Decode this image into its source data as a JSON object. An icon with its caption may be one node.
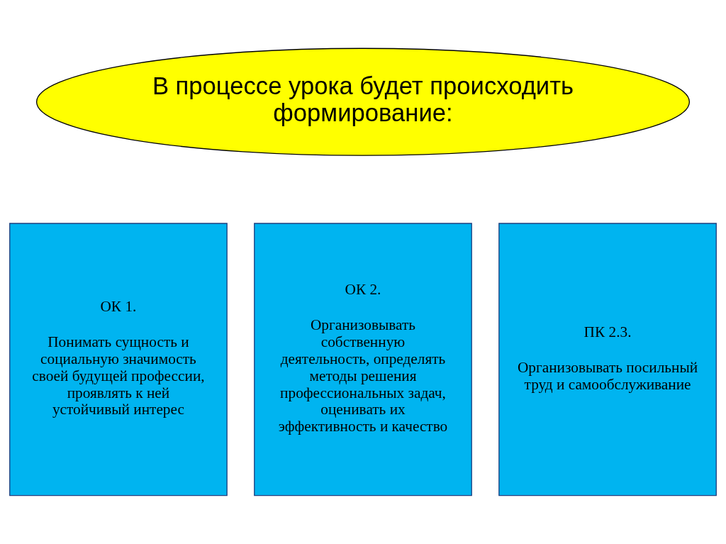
{
  "diagram": {
    "nodes": [
      {
        "text": [
          "В процессе урока будет происходить формирование:"
        ]
      },
      {
        "text": [
          "ОК 1.",
          "Понимать сущность и социальную значимость своей будущей профессии, проявлять к ней устойчивый интерес"
        ]
      },
      {
        "text": [
          "ОК 2.",
          "Организовывать собственную деятельность, определять методы решения профессиональных задач, оценивать их эффективность и качество"
        ]
      },
      {
        "text": [
          "ПК 2.3.",
          "Организовывать посильный труд и самообслуживание"
        ]
      }
    ],
    "edges": []
  }
}
